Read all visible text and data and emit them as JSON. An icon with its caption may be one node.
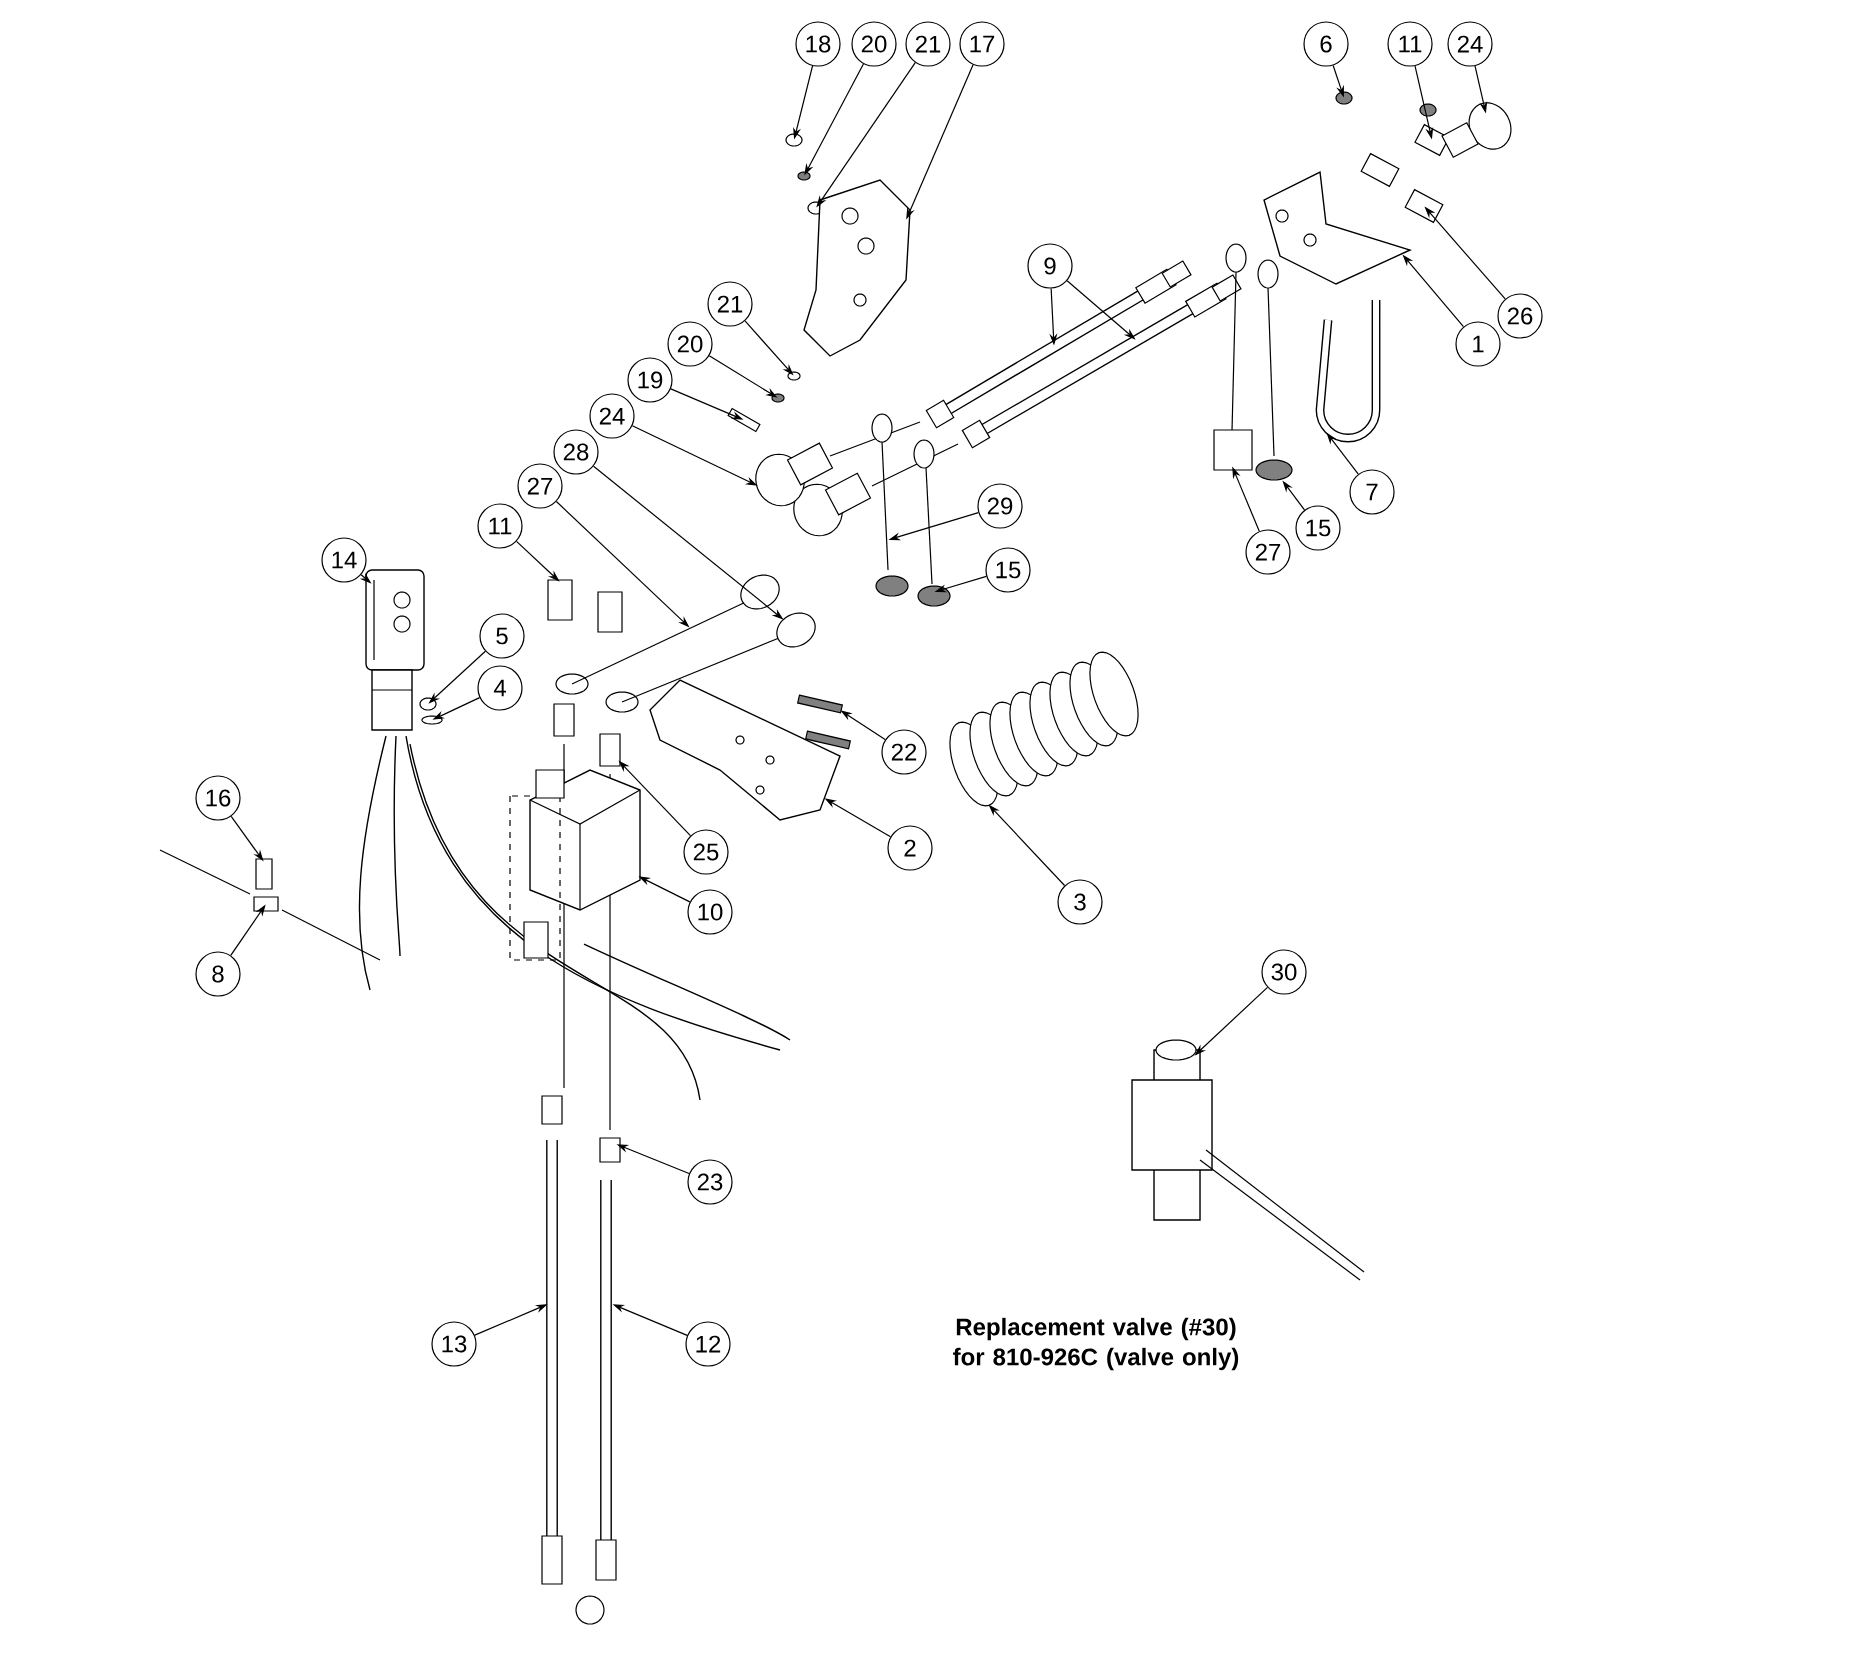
{
  "diagram": {
    "nodes": [
      {
        "text": [
          "18"
        ]
      },
      {
        "text": [
          "20"
        ]
      },
      {
        "text": [
          "21"
        ]
      },
      {
        "text": [
          "17"
        ]
      },
      {
        "text": [
          "6"
        ]
      },
      {
        "text": [
          "11"
        ]
      },
      {
        "text": [
          "24"
        ]
      },
      {
        "text": [
          "9"
        ]
      },
      {
        "text": [
          "21"
        ]
      },
      {
        "text": [
          "26"
        ]
      },
      {
        "text": [
          "20"
        ]
      },
      {
        "text": [
          "1"
        ]
      },
      {
        "text": [
          "19"
        ]
      },
      {
        "text": [
          "24"
        ]
      },
      {
        "text": [
          "28"
        ]
      },
      {
        "text": [
          "27"
        ]
      },
      {
        "text": [
          "7"
        ]
      },
      {
        "text": [
          "29"
        ]
      },
      {
        "text": [
          "11"
        ]
      },
      {
        "text": [
          "15"
        ]
      },
      {
        "text": [
          "27"
        ]
      },
      {
        "text": [
          "14"
        ]
      },
      {
        "text": [
          "15"
        ]
      },
      {
        "text": [
          "5"
        ]
      },
      {
        "text": [
          "4"
        ]
      },
      {
        "text": [
          "22"
        ]
      },
      {
        "text": [
          "16"
        ]
      },
      {
        "text": [
          "2"
        ]
      },
      {
        "text": [
          "25"
        ]
      },
      {
        "text": [
          "3"
        ]
      },
      {
        "text": [
          "10"
        ]
      },
      {
        "text": [
          "30"
        ]
      },
      {
        "text": [
          "8"
        ]
      },
      {
        "text": [
          "23"
        ]
      },
      {
        "text": [
          "13"
        ]
      },
      {
        "text": [
          "12"
        ]
      },
      {
        "text": [],
        "shape": "circle"
      },
      {
        "text": [],
        "shape": "circle"
      },
      {
        "text": [],
        "shape": "circle"
      },
      {
        "text": [],
        "shape": "picture"
      },
      {
        "text": [],
        "shape": "circle"
      },
      {
        "text": [],
        "shape": "box"
      },
      {
        "text": [],
        "shape": "picture"
      },
      {
        "text": [],
        "shape": "picture"
      },
      {
        "text": [],
        "shape": "picture"
      },
      {
        "text": [],
        "shape": "circle"
      },
      {
        "text": [],
        "shape": "box"
      },
      {
        "text": [],
        "shape": "circle"
      },
      {
        "text": [],
        "shape": "picture"
      },
      {
        "text": [],
        "shape": "box"
      },
      {
        "text": [],
        "shape": "picture"
      },
      {
        "text": [],
        "shape": "picture"
      },
      {
        "text": [],
        "shape": "picture"
      },
      {
        "text": [],
        "shape": "picture"
      },
      {
        "text": [],
        "shape": "picture"
      },
      {
        "text": [],
        "shape": "box"
      },
      {
        "text": [],
        "shape": "picture"
      },
      {
        "text": [],
        "shape": "picture"
      },
      {
        "text": [],
        "shape": "picture"
      },
      {
        "text": [],
        "shape": "picture"
      },
      {
        "text": [],
        "shape": "circle"
      },
      {
        "text": [],
        "shape": "circle"
      },
      {
        "text": [],
        "shape": "box"
      },
      {
        "text": [],
        "shape": "box"
      },
      {
        "text": [],
        "shape": "picture"
      },
      {
        "text": [],
        "shape": "box"
      },
      {
        "text": [],
        "shape": "picture"
      },
      {
        "text": [],
        "shape": "picture"
      },
      {
        "text": [],
        "shape": "picture"
      },
      {
        "text": [],
        "shape": "box"
      },
      {
        "text": [],
        "shape": "box"
      },
      {
        "text": [],
        "shape": "picture"
      },
      {
        "text": [],
        "shape": "picture"
      }
    ],
    "edges": [
      {
        "from": 0,
        "to": 36,
        "arrow": "to"
      },
      {
        "from": 1,
        "to": 37,
        "arrow": "to"
      },
      {
        "from": 2,
        "to": 38,
        "arrow": "to"
      },
      {
        "from": 3,
        "to": 39,
        "arrow": "to"
      },
      {
        "from": 4,
        "to": 40,
        "arrow": "to"
      },
      {
        "from": 5,
        "to": 41,
        "arrow": "to"
      },
      {
        "from": 6,
        "to": 42,
        "arrow": "to"
      },
      {
        "from": 7,
        "to": 43,
        "arrow": "to"
      },
      {
        "from": 7,
        "to": 44,
        "arrow": "to"
      },
      {
        "from": 8,
        "to": 45,
        "arrow": "to"
      },
      {
        "from": 9,
        "to": 46,
        "arrow": "to"
      },
      {
        "from": 10,
        "to": 47,
        "arrow": "to"
      },
      {
        "from": 11,
        "to": 48,
        "arrow": "to"
      },
      {
        "from": 12,
        "to": 49,
        "arrow": "to"
      },
      {
        "from": 13,
        "to": 50,
        "arrow": "to"
      },
      {
        "from": 14,
        "to": 51,
        "arrow": "to"
      },
      {
        "from": 15,
        "to": 52,
        "arrow": "to"
      },
      {
        "from": 16,
        "to": 53,
        "arrow": "to"
      },
      {
        "from": 17,
        "to": 54,
        "arrow": "to"
      },
      {
        "from": 18,
        "to": 55,
        "arrow": "to"
      },
      {
        "from": 19,
        "to": 56,
        "arrow": "to"
      },
      {
        "from": 20,
        "to": 57,
        "arrow": "to"
      },
      {
        "from": 21,
        "to": 58,
        "arrow": "to"
      },
      {
        "from": 22,
        "to": 59,
        "arrow": "to"
      },
      {
        "from": 23,
        "to": 60,
        "arrow": "to"
      },
      {
        "from": 24,
        "to": 61,
        "arrow": "to"
      },
      {
        "from": 25,
        "to": 62,
        "arrow": "to"
      },
      {
        "from": 26,
        "to": 63,
        "arrow": "to"
      },
      {
        "from": 27,
        "to": 64,
        "arrow": "to"
      },
      {
        "from": 28,
        "to": 65,
        "arrow": "to"
      },
      {
        "from": 29,
        "to": 66,
        "arrow": "to"
      },
      {
        "from": 30,
        "to": 67,
        "arrow": "to"
      },
      {
        "from": 31,
        "to": 68,
        "arrow": "to"
      },
      {
        "from": 32,
        "to": 69,
        "arrow": "to"
      },
      {
        "from": 33,
        "to": 70,
        "arrow": "to"
      },
      {
        "from": 34,
        "to": 71,
        "arrow": "to"
      },
      {
        "from": 35,
        "to": 72,
        "arrow": "to"
      }
    ],
    "labels": [
      "Replacement valve (#30) for 810-926C (valve only)"
    ]
  }
}
